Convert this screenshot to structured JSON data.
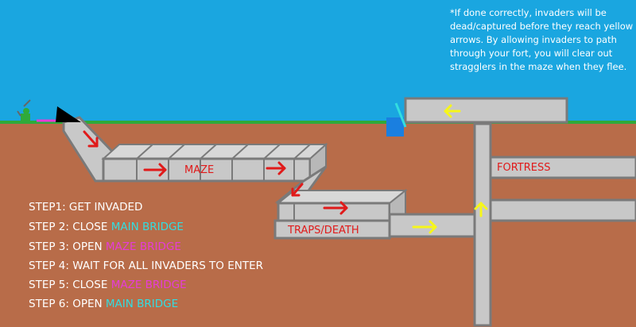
{
  "note": "*If done correctly, invaders will be dead/captured before they reach yellow arrows. By allowing invaders to path through your fort, you will clear out stragglers in the maze when they flee.",
  "labels": {
    "maze": "MAZE",
    "traps": "TRAPS/DEATH",
    "fortress": "FORTRESS"
  },
  "steps": [
    {
      "prefix": "STEP1: GET INVADED",
      "highlight": ""
    },
    {
      "prefix": "STEP 2: CLOSE ",
      "highlight": "MAIN BRIDGE"
    },
    {
      "prefix": "STEP 3: OPEN ",
      "highlight": "MAZE BRIDGE"
    },
    {
      "prefix": "STEP 4: WAIT FOR ALL INVADERS TO ENTER",
      "highlight": ""
    },
    {
      "prefix": "STEP 5: CLOSE ",
      "highlight": "MAZE BRIDGE"
    },
    {
      "prefix": "STEP 6: OPEN ",
      "highlight": "MAIN BRIDGE"
    }
  ],
  "colors": {
    "sky": "#1aa6e0",
    "dirt": "#b86c49",
    "grass": "#2faa3a",
    "tunnel": "#c8c8c8",
    "tunnel_edge": "#7a7a7a",
    "arrow_red": "#e01a1a",
    "arrow_yellow": "#f6f61a",
    "main_bridge": "#33dde0",
    "maze_bridge": "#e63cd8",
    "water": "#1a7fe0",
    "step_text": "#ffffff"
  }
}
